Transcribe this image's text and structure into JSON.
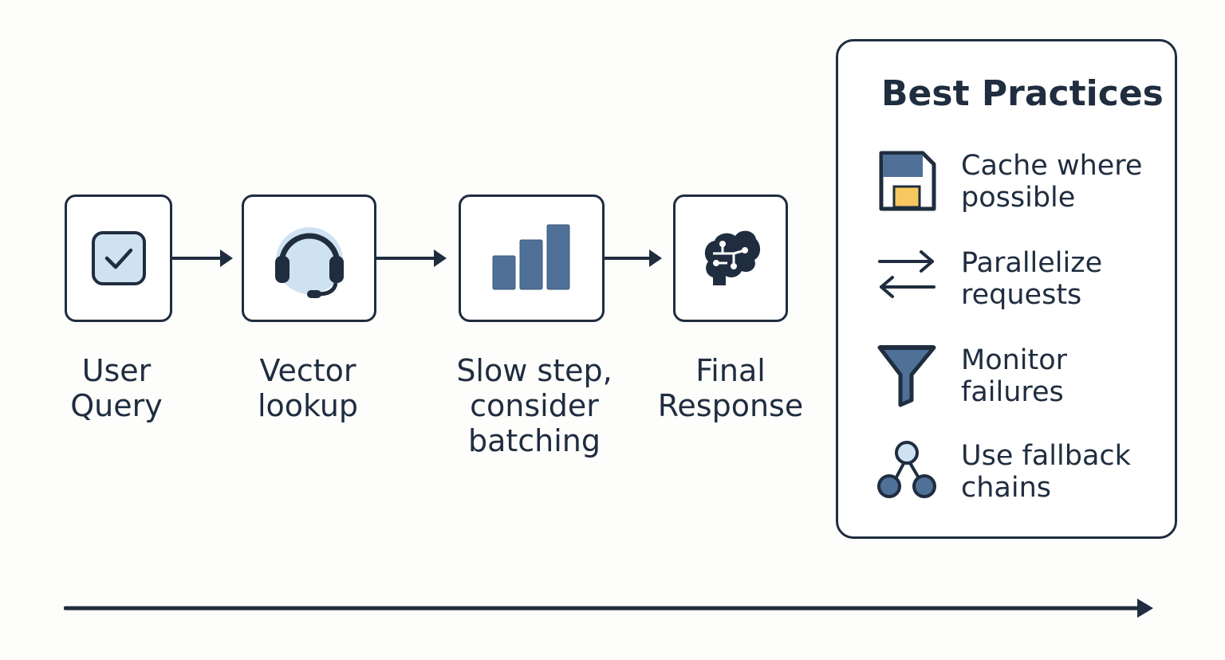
{
  "steps": [
    {
      "id": "user-query",
      "label": "User\nQuery",
      "icon": "checkbox-icon"
    },
    {
      "id": "vector-lookup",
      "label": "Vector\nlookup",
      "icon": "headset-icon"
    },
    {
      "id": "slow-step",
      "label": "Slow step,\nconsider\nbatching",
      "icon": "bar-chart-icon"
    },
    {
      "id": "final-response",
      "label": "Final\nResponse",
      "icon": "brain-circuit-icon"
    }
  ],
  "best_practices": {
    "title": "Best Practices",
    "items": [
      {
        "text": "Cache where possible",
        "icon": "floppy-disk-icon"
      },
      {
        "text": "Parallelize requests",
        "icon": "swap-arrows-icon"
      },
      {
        "text": "Monitor failures",
        "icon": "funnel-icon"
      },
      {
        "text": "Use fallback chains",
        "icon": "node-tree-icon"
      }
    ]
  },
  "colors": {
    "ink": "#1f2d3f",
    "steel": "#4f7097",
    "light_blue": "#cfe2f2",
    "yellow": "#f6c85f"
  }
}
